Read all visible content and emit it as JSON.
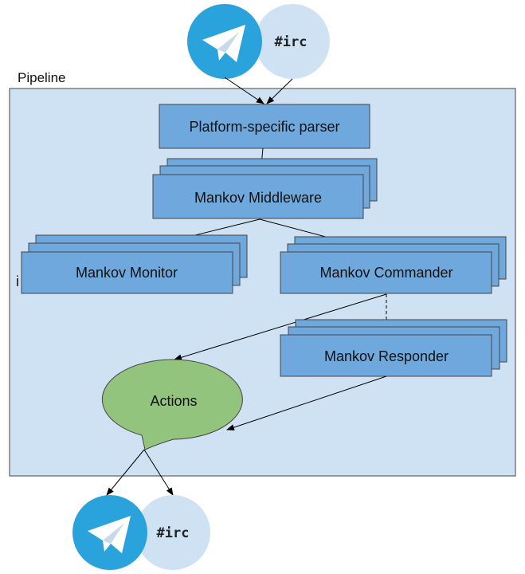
{
  "pipeline": {
    "label": "Pipeline"
  },
  "input": {
    "telegram_icon": "telegram-icon",
    "irc_label": "#irc"
  },
  "output": {
    "telegram_icon": "telegram-icon",
    "irc_label": "#irc"
  },
  "nodes": {
    "parser": "Platform-specific parser",
    "middleware": "Mankov Middleware",
    "monitor": "Mankov Monitor",
    "commander": "Mankov Commander",
    "responder": "Mankov Responder",
    "actions": "Actions"
  },
  "stray_mark": "i",
  "colors": {
    "pipeline_bg": "#cfe2f3",
    "box_fill": "#6fa8dc",
    "actions_fill": "#93c47d",
    "telegram_blue": "#2aa3dc",
    "irc_circle": "#cfe2f3"
  }
}
